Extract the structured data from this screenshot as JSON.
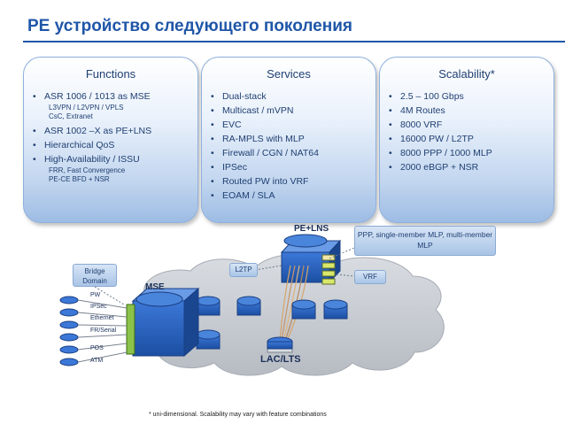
{
  "title": "PE устройство следующего поколения",
  "panels": {
    "functions": {
      "header": "Functions",
      "items": [
        {
          "text": "ASR 1006 / 1013 as MSE",
          "sub": [
            "L3VPN / L2VPN / VPLS",
            "CsC, Extranet"
          ]
        },
        {
          "text": "ASR 1002 –X as PE+LNS",
          "sub": []
        },
        {
          "text": "Hierarchical QoS",
          "sub": []
        },
        {
          "text": "High-Availability / ISSU",
          "sub": [
            "FRR, Fast Convergence",
            "PE-CE BFD + NSR"
          ]
        }
      ]
    },
    "services": {
      "header": "Services",
      "items": [
        "Dual-stack",
        "Multicast / mVPN",
        "EVC",
        "RA-MPLS with MLP",
        "Firewall / CGN / NAT64",
        "IPSec",
        "Routed PW into VRF",
        "EOAM / SLA"
      ]
    },
    "scalability": {
      "header": "Scalability*",
      "items": [
        "2.5 – 100 Gbps",
        "4M Routes",
        "8000 VRF",
        "16000 PW / L2TP",
        "8000 PPP / 1000 MLP",
        "2000 eBGP + NSR"
      ]
    }
  },
  "bullet": "•",
  "diagram": {
    "pe_lns_label": "PE+LNS",
    "lac_lts_label": "LAC/LTS",
    "mse_label": "MSE",
    "ppp_callout": "PPP, single-member MLP, multi-member MLP",
    "l2tp_callout": "L2TP",
    "vrf_callout": "VRF",
    "bridge_callout": "Bridge Domain",
    "ports": [
      "PW",
      "IPSec",
      "Ethernet",
      "FR/Serial",
      "POS",
      "ATM"
    ]
  },
  "footnote": "* uni-dimensional. Scalability may vary with feature combinations",
  "colors": {
    "title": "#1f56a8",
    "panel_text": "#1f3f72",
    "router_blue": "#2a63c4",
    "cloud_gray": "#c8ccd2",
    "mse_green": "#8bc34a"
  },
  "icons": [
    "router-icon",
    "lac-router-icon",
    "mse-router-icon",
    "pe-lns-router-icon",
    "cloud-icon"
  ]
}
